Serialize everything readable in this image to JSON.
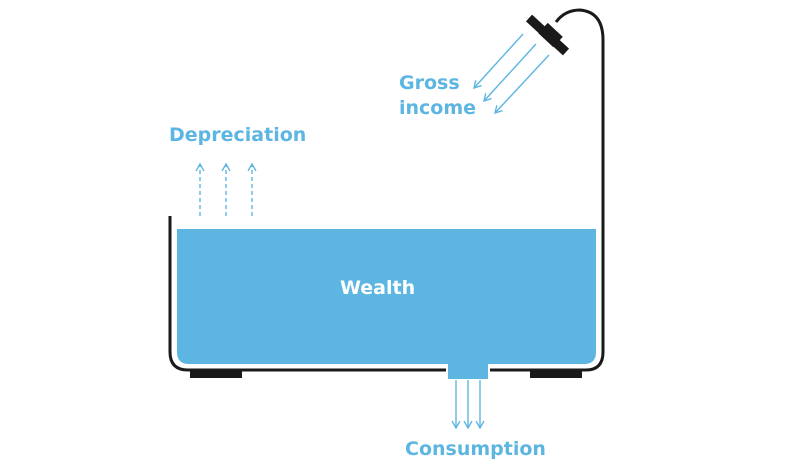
{
  "labels": {
    "depreciation": "Depreciation",
    "gross_income_line1": "Gross",
    "gross_income_line2": "income",
    "wealth": "Wealth",
    "consumption": "Consumption"
  },
  "colors": {
    "water": "#5db6e1",
    "outline": "#1a1a1a",
    "label_text": "#5db6e1",
    "wealth_text": "#ffffff"
  },
  "icons": {
    "tap": "faucet-icon",
    "tub": "bathtub-icon",
    "drain": "drain-icon"
  }
}
